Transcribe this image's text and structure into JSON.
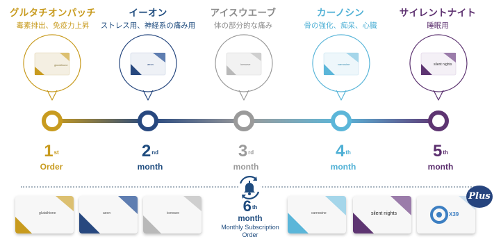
{
  "products": [
    {
      "name": "グルタチオンパッチ",
      "desc": "毒素排出、免疫力上昇",
      "color": "#c89b1f",
      "accent": "#c89b1f",
      "packet_label": "glutathione"
    },
    {
      "name": "イーオン",
      "desc": "ストレス用、神経系の痛み用",
      "color": "#1e4b7e",
      "accent": "#27487f",
      "packet_label": "aeon"
    },
    {
      "name": "アイスウエーブ",
      "desc": "体の部分的な痛み",
      "color": "#8c8c8c",
      "accent": "#9a9a9a",
      "packet_label": "icewave"
    },
    {
      "name": "カーノシン",
      "desc": "骨の強化、痴呆、心臓",
      "color": "#4fb0d5",
      "accent": "#5bb6d9",
      "packet_label": "carnosine"
    },
    {
      "name": "サイレントナイト",
      "desc": "睡眠用",
      "color": "#5b2e6e",
      "accent": "#5e3572",
      "packet_label": "silent nights"
    }
  ],
  "timeline": [
    {
      "num": "1",
      "suffix": "st",
      "unit": "Order"
    },
    {
      "num": "2",
      "suffix": "nd",
      "unit": "month"
    },
    {
      "num": "3",
      "suffix": "rd",
      "unit": "month"
    },
    {
      "num": "4",
      "suffix": "th",
      "unit": "month"
    },
    {
      "num": "5",
      "suffix": "th",
      "unit": "month"
    }
  ],
  "sixth": {
    "num": "6",
    "suffix": "th",
    "unit": "month",
    "subscription": "Monthly Subscription",
    "order": "Order"
  },
  "x39_label": "X39",
  "plus_label": "Plus",
  "bell_icon": "bell-refresh-icon"
}
